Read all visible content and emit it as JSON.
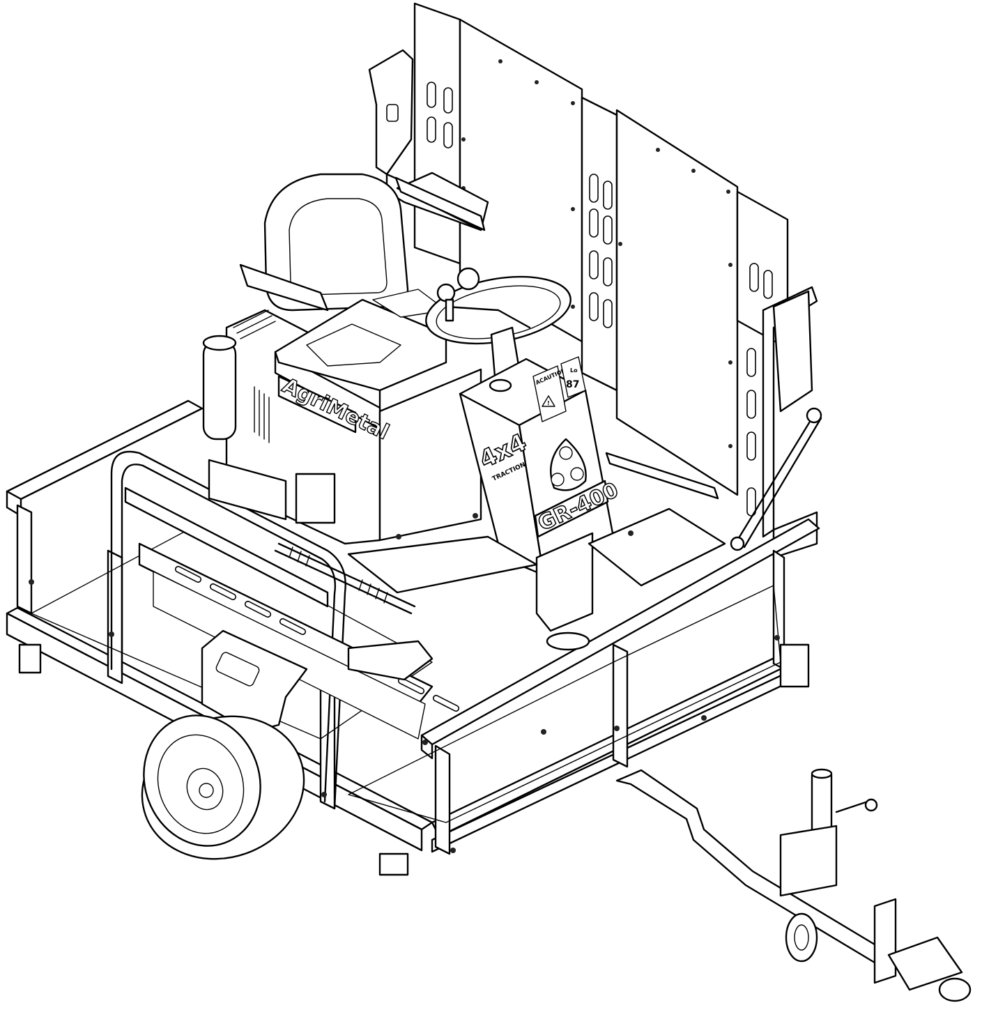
{
  "drawing": {
    "labels": {
      "brand": "AgriMetal",
      "drive": "4x4",
      "drive_sub": "TRACTION",
      "model": "GR-400",
      "warning_caption": "ACAUTION",
      "decal_a": "Lo",
      "decal_b": "87"
    },
    "colors": {
      "stroke": "#000000",
      "background": "#ffffff"
    }
  }
}
